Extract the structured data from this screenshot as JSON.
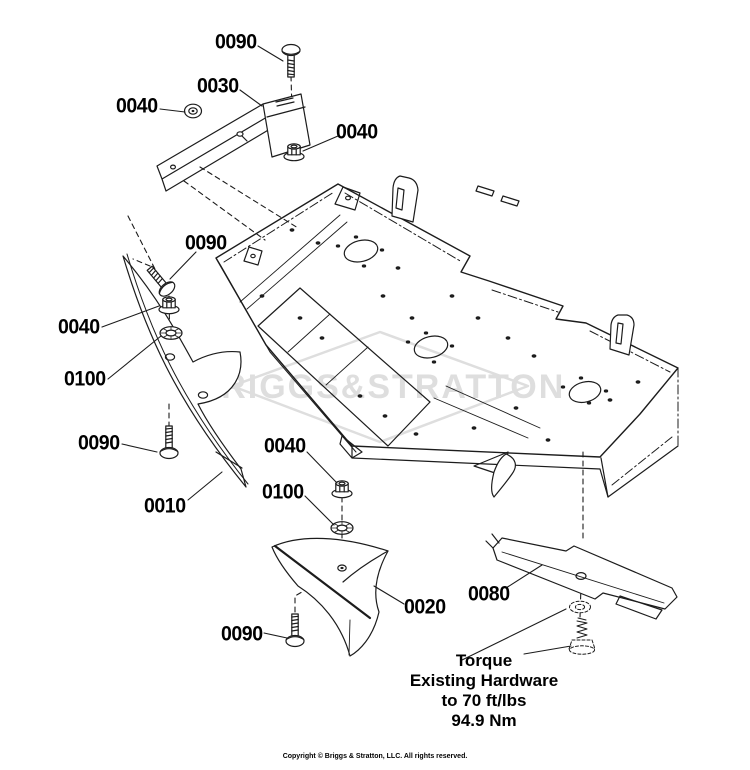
{
  "callouts": [
    {
      "text": "0090"
    },
    {
      "text": "0030"
    },
    {
      "text": "0040"
    },
    {
      "text": "0040"
    },
    {
      "text": "0090"
    },
    {
      "text": "0040"
    },
    {
      "text": "0100"
    },
    {
      "text": "0090"
    },
    {
      "text": "0010"
    },
    {
      "text": "0040"
    },
    {
      "text": "0100"
    },
    {
      "text": "0020"
    },
    {
      "text": "0090"
    },
    {
      "text": "0080"
    }
  ],
  "parts_shown": [
    "0010",
    "0020",
    "0030",
    "0040",
    "0080",
    "0090",
    "0100"
  ],
  "torque_note": {
    "lines": [
      "Torque",
      "Existing Hardware",
      "to 70 ft/lbs",
      "94.9 Nm"
    ]
  },
  "watermark": {
    "text": "BRIGGS&STRATTON"
  },
  "footer": {
    "copyright": "Copyright © Briggs & Stratton, LLC. All rights reserved."
  },
  "colors": {
    "line": "#1c1c1c",
    "background": "#ffffff",
    "watermark": "#dedede"
  }
}
